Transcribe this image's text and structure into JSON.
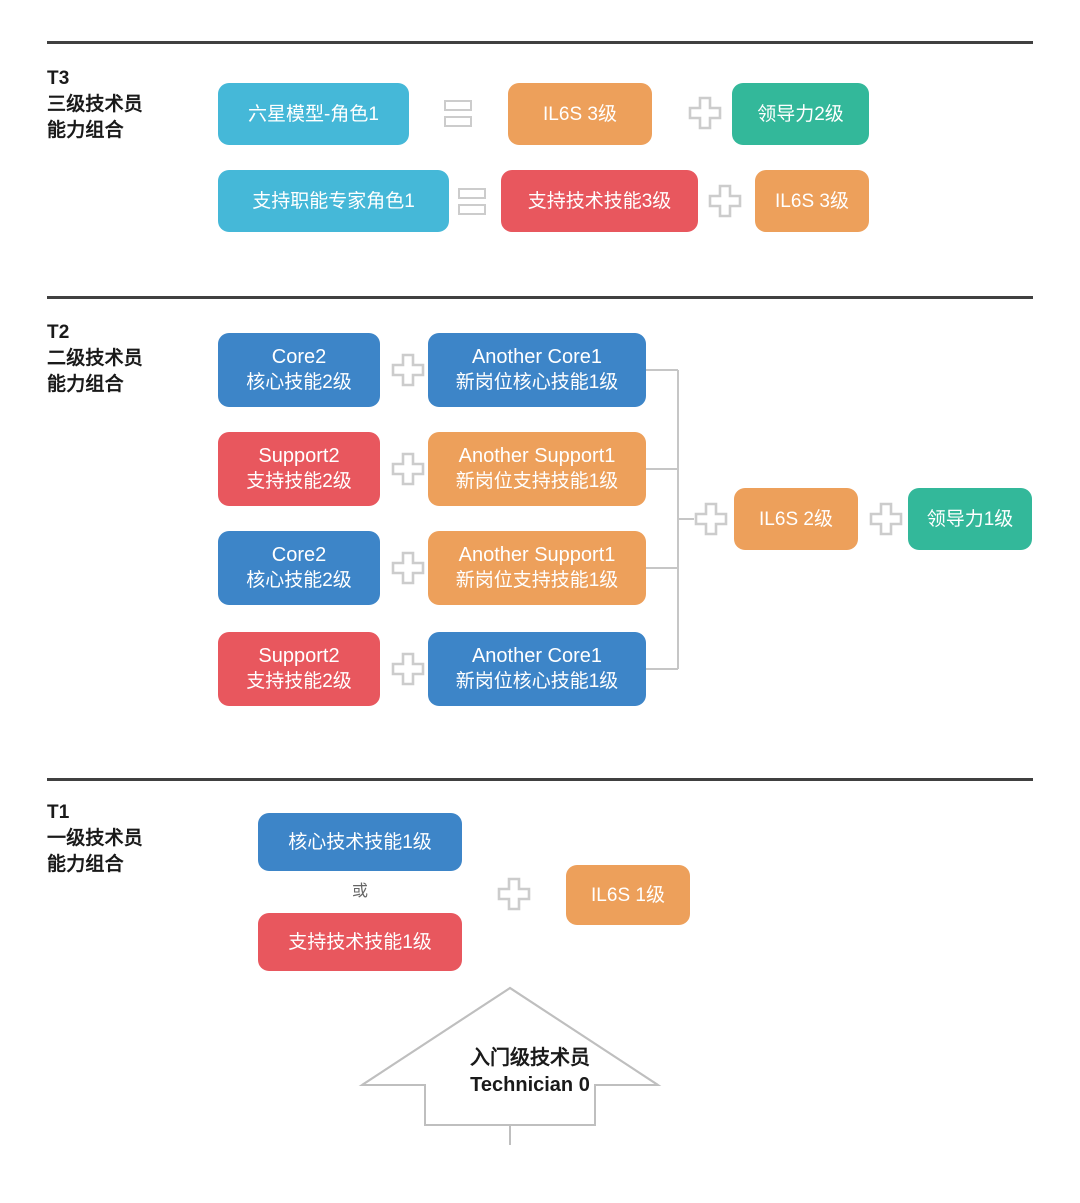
{
  "meta": {
    "colors": {
      "cyan": "#45b8d8",
      "blue": "#3d85c8",
      "red": "#e8575e",
      "orange": "#eda05b",
      "green": "#33b89a",
      "operator_gray": "#cccccc",
      "line_gray": "#c6c6c6",
      "divider": "#404040",
      "text_dark": "#1a1a1a",
      "text_muted": "#666666"
    }
  },
  "operators": {
    "equals": "equals-operator",
    "plus": "plus-operator",
    "or_label": "或"
  },
  "sections": [
    {
      "id": "t3",
      "code": "T3",
      "title_line1": "三级技术员",
      "title_line2": "能力组合",
      "rows": [
        {
          "items": [
            {
              "text": "六星模型-角色1",
              "color": "cyan"
            },
            {
              "op": "equals"
            },
            {
              "text": "IL6S 3级",
              "color": "orange"
            },
            {
              "op": "plus"
            },
            {
              "text": "领导力2级",
              "color": "green"
            }
          ]
        },
        {
          "items": [
            {
              "text": "支持职能专家角色1",
              "color": "cyan"
            },
            {
              "op": "equals"
            },
            {
              "text": "支持技术技能3级",
              "color": "red"
            },
            {
              "op": "plus"
            },
            {
              "text": "IL6S 3级",
              "color": "orange"
            }
          ]
        }
      ]
    },
    {
      "id": "t2",
      "code": "T2",
      "title_line1": "二级技术员",
      "title_line2": "能力组合",
      "rows": [
        {
          "left": {
            "en": "Core2",
            "zh": "核心技能2级",
            "color": "blue"
          },
          "op": "plus",
          "right": {
            "en": "Another Core1",
            "zh": "新岗位核心技能1级",
            "color": "blue"
          }
        },
        {
          "left": {
            "en": "Support2",
            "zh": "支持技能2级",
            "color": "red"
          },
          "op": "plus",
          "right": {
            "en": "Another Support1",
            "zh": "新岗位支持技能1级",
            "color": "orange"
          }
        },
        {
          "left": {
            "en": "Core2",
            "zh": "核心技能2级",
            "color": "blue"
          },
          "op": "plus",
          "right": {
            "en": "Another Support1",
            "zh": "新岗位支持技能1级",
            "color": "orange"
          }
        },
        {
          "left": {
            "en": "Support2",
            "zh": "支持技能2级",
            "color": "red"
          },
          "op": "plus",
          "right": {
            "en": "Another Core1",
            "zh": "新岗位核心技能1级",
            "color": "blue"
          }
        }
      ],
      "tail": [
        {
          "op": "plus"
        },
        {
          "text": "IL6S 2级",
          "color": "orange"
        },
        {
          "op": "plus"
        },
        {
          "text": "领导力1级",
          "color": "green"
        }
      ]
    },
    {
      "id": "t1",
      "code": "T1",
      "title_line1": "一级技术员",
      "title_line2": "能力组合",
      "top_box": {
        "text": "核心技术技能1级",
        "color": "blue"
      },
      "or_label": "或",
      "bottom_box": {
        "text": "支持技术技能1级",
        "color": "red"
      },
      "op": "plus",
      "right_box": {
        "text": "IL6S 1级",
        "color": "orange"
      }
    }
  ],
  "entry_arrow": {
    "line1": "入门级技术员",
    "line2": "Technician 0"
  }
}
